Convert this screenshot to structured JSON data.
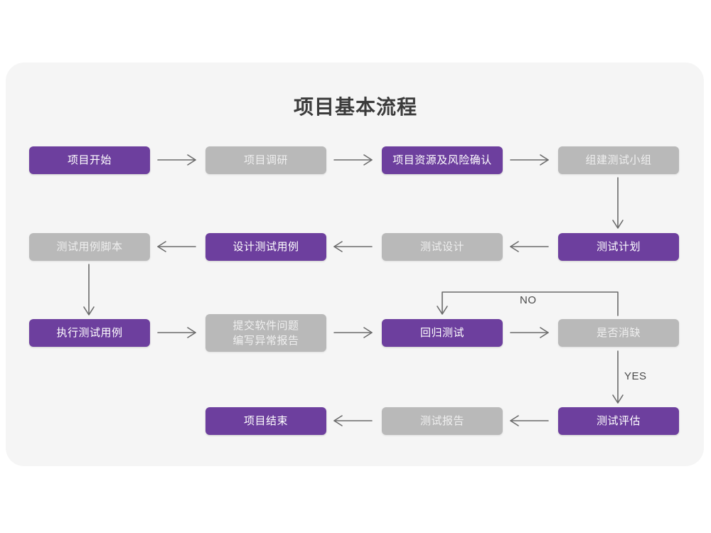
{
  "diagram": {
    "title": "项目基本流程",
    "background_color": "#ffffff",
    "card_color": "#f5f5f5",
    "accent_color": "#6d3f9e",
    "muted_color": "#b9b9b9",
    "connector_color": "#6b6b6b",
    "type": "flowchart",
    "rows": [
      {
        "row": 1,
        "nodes": [
          {
            "id": "n1",
            "label": "项目开始",
            "style": "purple"
          },
          {
            "id": "n2",
            "label": "项目调研",
            "style": "grey"
          },
          {
            "id": "n3",
            "label": "项目资源及风险确认",
            "style": "purple"
          },
          {
            "id": "n4",
            "label": "组建测试小组",
            "style": "grey"
          }
        ]
      },
      {
        "row": 2,
        "nodes": [
          {
            "id": "n5",
            "label": "测试用例脚本",
            "style": "grey"
          },
          {
            "id": "n6",
            "label": "设计测试用例",
            "style": "purple"
          },
          {
            "id": "n7",
            "label": "测试设计",
            "style": "grey"
          },
          {
            "id": "n8",
            "label": "测试计划",
            "style": "purple"
          }
        ]
      },
      {
        "row": 3,
        "nodes": [
          {
            "id": "n9",
            "label": "执行测试用例",
            "style": "purple"
          },
          {
            "id": "n10",
            "label": "提交软件问题\n编写异常报告",
            "style": "grey"
          },
          {
            "id": "n11",
            "label": "回归测试",
            "style": "purple"
          },
          {
            "id": "n12",
            "label": "是否消缺",
            "style": "grey"
          }
        ]
      },
      {
        "row": 4,
        "nodes": [
          {
            "id": "n13",
            "label": "项目结束",
            "style": "purple"
          },
          {
            "id": "n14",
            "label": "测试报告",
            "style": "grey"
          },
          {
            "id": "n15",
            "label": "测试评估",
            "style": "purple"
          }
        ]
      }
    ],
    "edge_labels": [
      {
        "id": "no-label",
        "text": "NO"
      },
      {
        "id": "yes-label",
        "text": "YES"
      }
    ],
    "edges": [
      {
        "from": "n1",
        "to": "n2",
        "direction": "right"
      },
      {
        "from": "n2",
        "to": "n3",
        "direction": "right"
      },
      {
        "from": "n3",
        "to": "n4",
        "direction": "right"
      },
      {
        "from": "n4",
        "to": "n8",
        "direction": "down"
      },
      {
        "from": "n8",
        "to": "n7",
        "direction": "left"
      },
      {
        "from": "n7",
        "to": "n6",
        "direction": "left"
      },
      {
        "from": "n6",
        "to": "n5",
        "direction": "left"
      },
      {
        "from": "n5",
        "to": "n9",
        "direction": "down"
      },
      {
        "from": "n9",
        "to": "n10",
        "direction": "right"
      },
      {
        "from": "n10",
        "to": "n11",
        "direction": "right"
      },
      {
        "from": "n11",
        "to": "n12",
        "direction": "right"
      },
      {
        "from": "n12",
        "to": "n11",
        "direction": "loop-up",
        "label": "NO"
      },
      {
        "from": "n12",
        "to": "n15",
        "direction": "down",
        "label": "YES"
      },
      {
        "from": "n15",
        "to": "n14",
        "direction": "left"
      },
      {
        "from": "n14",
        "to": "n13",
        "direction": "left"
      }
    ]
  }
}
